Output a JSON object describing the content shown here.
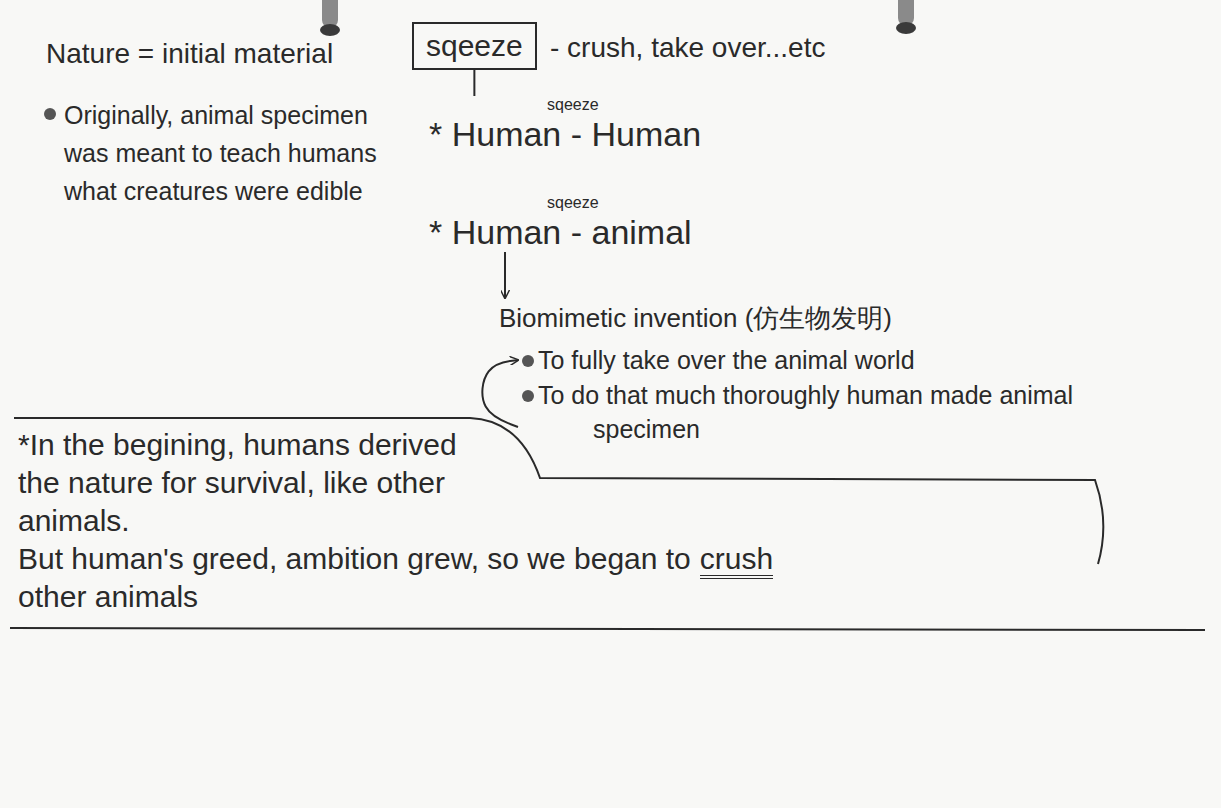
{
  "diagram": {
    "nodes": [
      {
        "text": [
          "sqeeze"
        ]
      },
      {
        "text": [
          "sqeeze",
          "* Human - Human"
        ]
      },
      {
        "text": [
          "sqeeze",
          "* Human - animal"
        ]
      },
      {
        "text": [
          "Biomimetic invention (仿生物发明)"
        ]
      },
      {
        "text": [
          "To fully take over the animal world"
        ]
      },
      {
        "text": [
          "To do that much thoroughly human made animal specimen"
        ]
      },
      {
        "text": [
          "*In the begining, humans derived the nature for survival, like other animals.",
          "But human's greed, ambition grew, so we began to",
          "crush",
          "other animals"
        ]
      }
    ],
    "edges": [
      {
        "from": 0,
        "to": 1,
        "arrow": "none"
      },
      {
        "from": 2,
        "to": 3,
        "arrow": "to"
      },
      {
        "from": 5,
        "to": 4,
        "arrow": "to"
      }
    ],
    "labels": [
      "Nature = initial material",
      "- crush, take over...etc",
      "Originally, animal specimen was meant to teach humans what creatures were edible"
    ]
  }
}
